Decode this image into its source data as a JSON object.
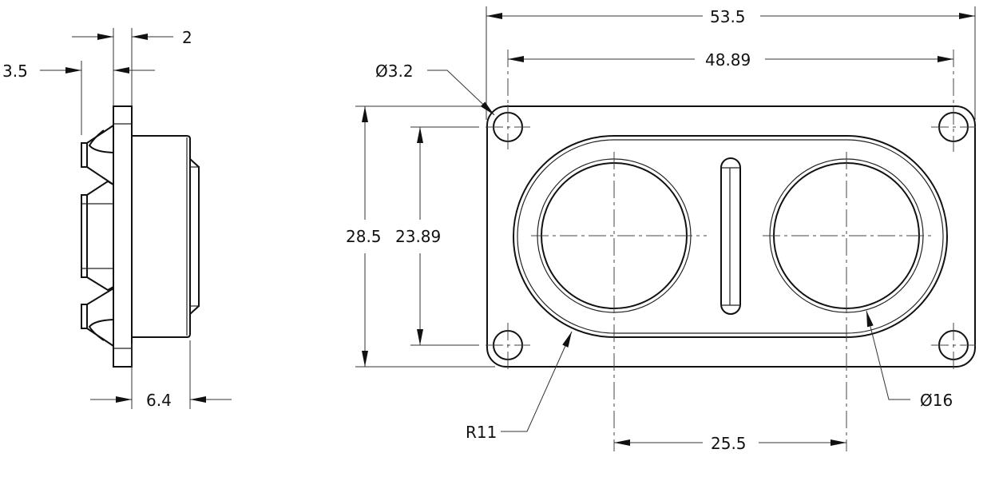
{
  "drawing": {
    "type": "mechanical technical drawing",
    "views": [
      "side-view",
      "front-view"
    ],
    "units": "mm"
  },
  "side_view": {
    "dimensions": {
      "flange_thickness": "2",
      "protrusion_depth": "3.5",
      "body_depth": "6.4"
    }
  },
  "front_view": {
    "dimensions": {
      "overall_width": "53.5",
      "hole_spacing_horizontal": "48.89",
      "overall_height": "28.5",
      "hole_spacing_vertical": "23.89",
      "mounting_hole_diameter": "Ø3.2",
      "lens_diameter": "Ø16",
      "lens_center_distance": "25.5",
      "body_radius": "R11"
    }
  }
}
